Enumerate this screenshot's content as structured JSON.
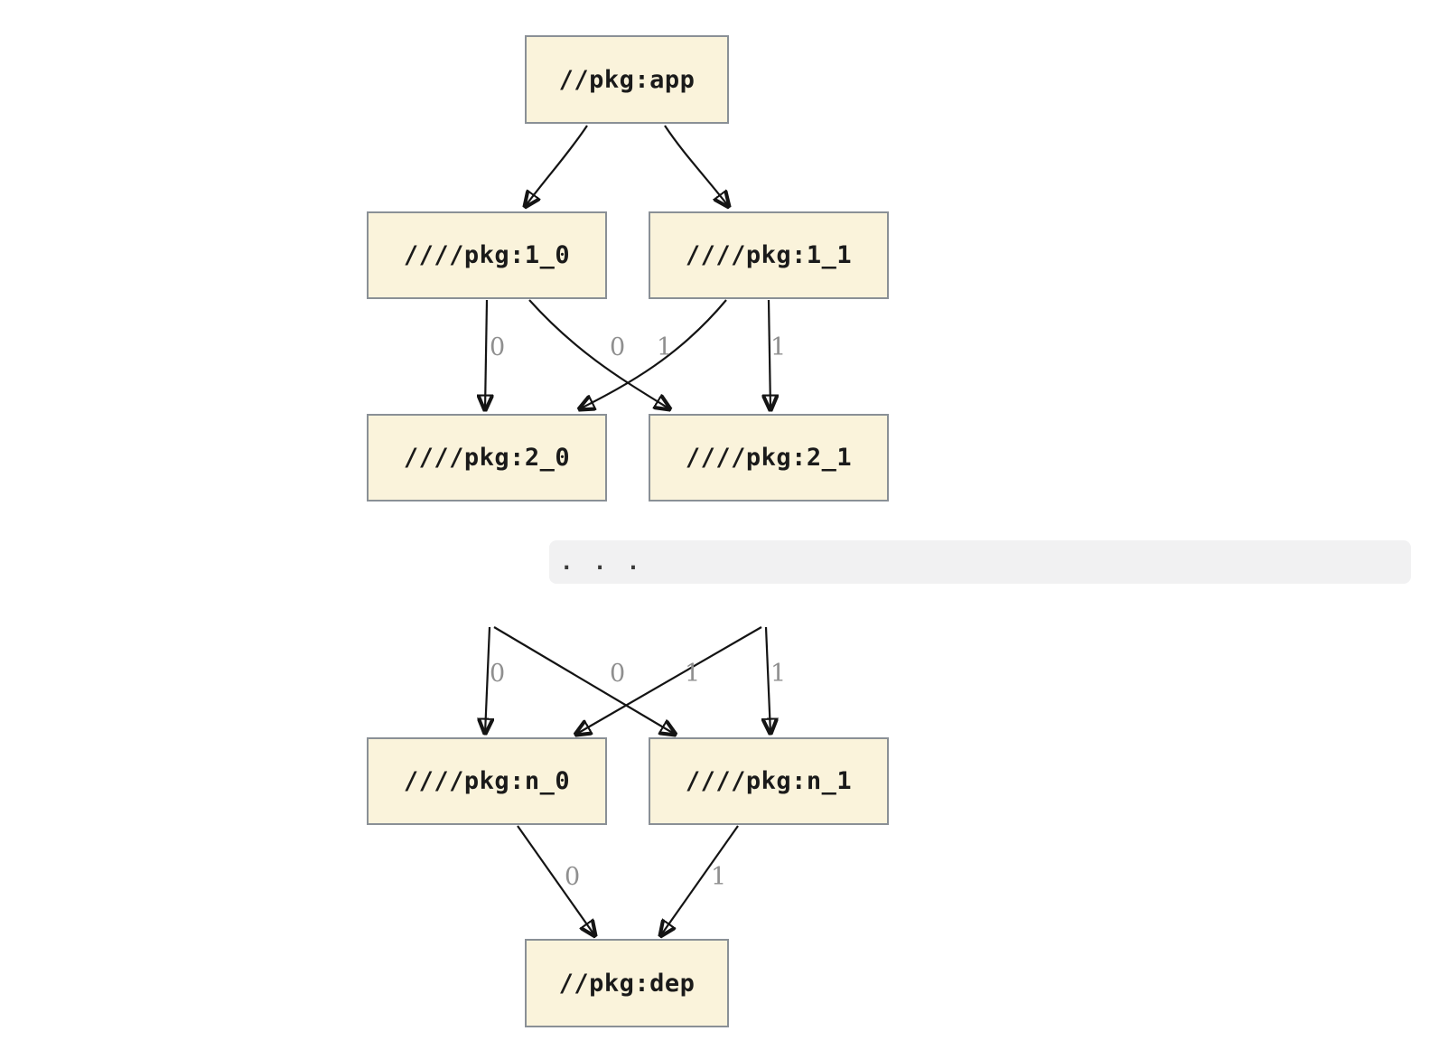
{
  "diagram": {
    "type": "dependency-graph",
    "background": "#ffffff",
    "colors": {
      "node_fill": "#FAF3DB",
      "node_border": "#8A9096",
      "node_text": "#1A1A1A",
      "edge": "#141414",
      "edge_label": "#8F8F8F",
      "ellipsis_band_bg": "#F1F1F2",
      "ellipsis_dots": "#3A3A3A"
    },
    "nodes": {
      "app": {
        "label": "//pkg:app"
      },
      "l1_0": {
        "label": "////pkg:1_0"
      },
      "l1_1": {
        "label": "////pkg:1_1"
      },
      "l2_0": {
        "label": "////pkg:2_0"
      },
      "l2_1": {
        "label": "////pkg:2_1"
      },
      "ln_0": {
        "label": "////pkg:n_0"
      },
      "ln_1": {
        "label": "////pkg:n_1"
      },
      "dep": {
        "label": "//pkg:dep"
      }
    },
    "ellipsis": ". . .",
    "edge_labels": [
      "0",
      "0",
      "1",
      "1",
      "0",
      "0",
      "1",
      "1",
      "0",
      "1"
    ],
    "edges": [
      {
        "from": "//pkg:app",
        "to": "////pkg:1_0",
        "label": ""
      },
      {
        "from": "//pkg:app",
        "to": "////pkg:1_1",
        "label": ""
      },
      {
        "from": "////pkg:1_0",
        "to": "////pkg:2_0",
        "label": "0"
      },
      {
        "from": "////pkg:1_0",
        "to": "////pkg:2_1",
        "label": "1"
      },
      {
        "from": "////pkg:1_1",
        "to": "////pkg:2_0",
        "label": "0"
      },
      {
        "from": "////pkg:1_1",
        "to": "////pkg:2_1",
        "label": "1"
      },
      {
        "from": "...",
        "to": "////pkg:n_0",
        "label": "0"
      },
      {
        "from": "...",
        "to": "////pkg:n_1",
        "label": "1"
      },
      {
        "from": "...",
        "to": "////pkg:n_0",
        "label": "0"
      },
      {
        "from": "...",
        "to": "////pkg:n_1",
        "label": "1"
      },
      {
        "from": "////pkg:n_0",
        "to": "//pkg:dep",
        "label": "0"
      },
      {
        "from": "////pkg:n_1",
        "to": "//pkg:dep",
        "label": "1"
      }
    ]
  }
}
